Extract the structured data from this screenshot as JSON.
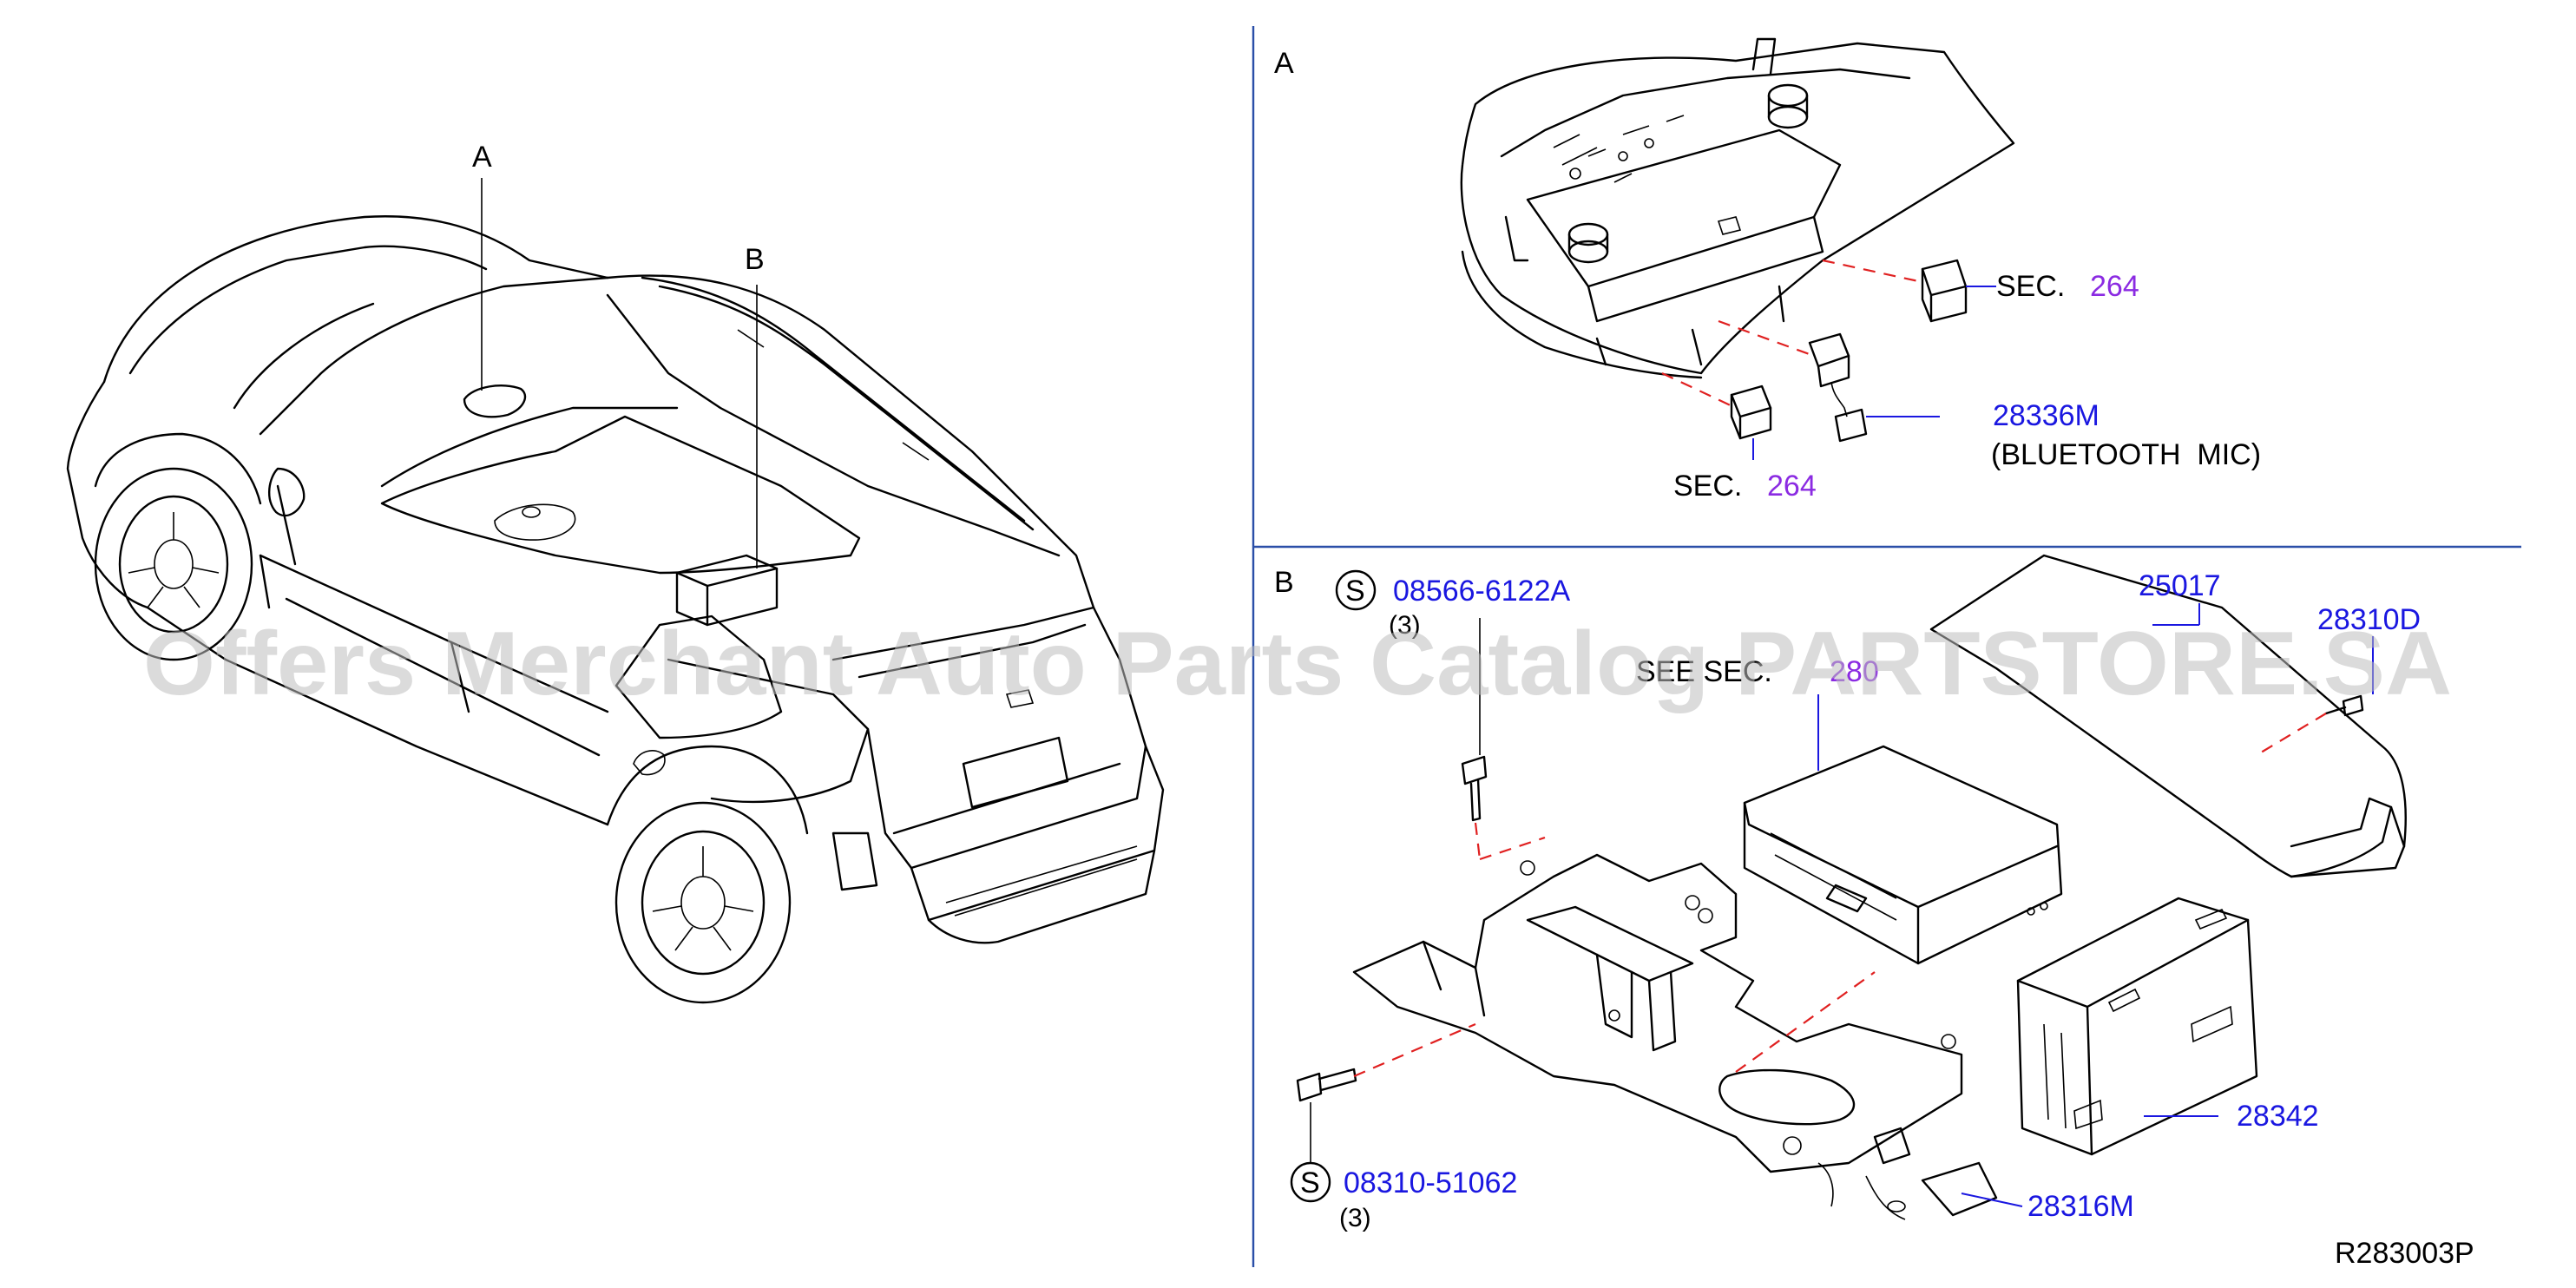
{
  "sections": {
    "a": "A",
    "b": "B"
  },
  "vehicle_callouts": {
    "a": "A",
    "b": "B"
  },
  "section_a": {
    "sec_label_1": "SEC.",
    "sec_num_1": "264",
    "part_mic": "28336M",
    "mic_note": "(BLUETOOTH  MIC)",
    "sec_label_2": "SEC.",
    "sec_num_2": "264"
  },
  "section_b": {
    "s_marker_1": "S",
    "bolt_1": "08566-6122A",
    "bolt_1_qty": "(3)",
    "see_sec": "SEE SEC.",
    "see_sec_num": "280",
    "part_cover": "25017",
    "part_screw": "28310D",
    "part_unit": "28342",
    "part_bracket": "28316M",
    "s_marker_2": "S",
    "bolt_2": "08310-51062",
    "bolt_2_qty": "(3)"
  },
  "diagram_code": "R283003P",
  "watermark": "Offers Merchant Auto Parts Catalog PARTSTORE.SA",
  "colors": {
    "part_number": "#1a17e0",
    "section_ref": "#8b2be2",
    "dashed_leader": "#e02020",
    "frame_line": "#2b4fa8"
  }
}
